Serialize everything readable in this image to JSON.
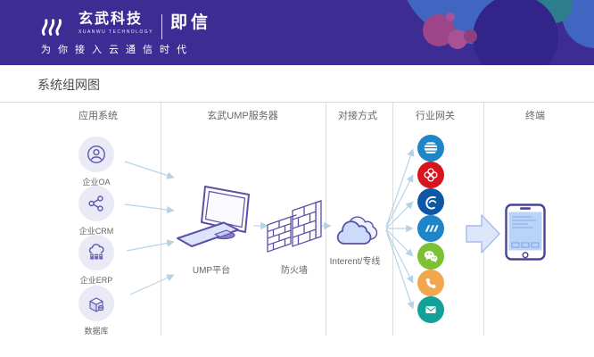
{
  "header": {
    "brand_name": "玄武科技",
    "brand_subtitle": "XUANWU TECHNOLOGY",
    "product_name": "即信",
    "tagline": "为你接入云通信时代"
  },
  "page": {
    "title": "系统组网图"
  },
  "columns": {
    "applications": {
      "header": "应用系统"
    },
    "ump_server": {
      "header": "玄武UMP服务器"
    },
    "connection": {
      "header": "对接方式"
    },
    "gateways": {
      "header": "行业网关"
    },
    "terminal": {
      "header": "终端"
    }
  },
  "applications": [
    {
      "label": "企业OA"
    },
    {
      "label": "企业CRM"
    },
    {
      "label": "企业ERP"
    },
    {
      "label": "数据库"
    }
  ],
  "ump_nodes": [
    {
      "label": "UMP平台"
    },
    {
      "label": "防火墙"
    }
  ],
  "connection_node": {
    "label": "Interent/专线"
  },
  "gateway_items": [
    {
      "name": "china-mobile-gateway",
      "color": "#1e86c8"
    },
    {
      "name": "china-unicom-gateway",
      "color": "#d6151f"
    },
    {
      "name": "china-telecom-gateway",
      "color": "#0e57a4"
    },
    {
      "name": "carrier-stripes-gateway",
      "color": "#1e86c8"
    },
    {
      "name": "wechat-gateway",
      "color": "#7bc133"
    },
    {
      "name": "voice-call-gateway",
      "color": "#f2a74f"
    },
    {
      "name": "email-gateway",
      "color": "#12a098"
    }
  ],
  "theme": {
    "header_bg": "#3c2c94",
    "grid_line": "#dcdcdc",
    "arrow_color": "#b4d2e6",
    "node_stroke": "#5b50a5",
    "node_fill": "#ccdbfa",
    "app_circle_bg": "#eae9f6"
  }
}
